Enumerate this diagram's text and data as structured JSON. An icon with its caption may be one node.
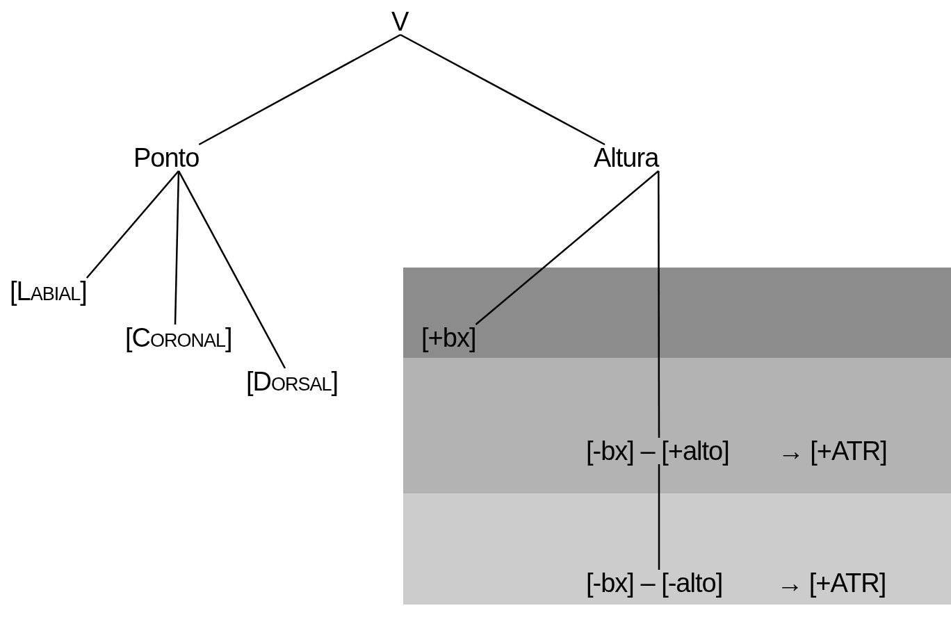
{
  "diagram": {
    "nodes": [
      {
        "text": [
          "V"
        ]
      },
      {
        "text": [
          "Ponto"
        ]
      },
      {
        "text": [
          "Altura"
        ]
      },
      {
        "text": [
          "[LABIAL]"
        ]
      },
      {
        "text": [
          "[CORONAL]"
        ]
      },
      {
        "text": [
          "[DORSAL]"
        ]
      },
      {
        "text": [],
        "shape": "band"
      },
      {
        "text": [
          "[+bx]"
        ],
        "in": 6
      },
      {
        "text": [],
        "shape": "band"
      },
      {
        "text": [
          "[-bx] – [+alto]",
          "→ [+ATR]"
        ],
        "in": 8
      },
      {
        "text": [],
        "shape": "band"
      },
      {
        "text": [
          "[-bx] – [-alto]",
          "→ [+ATR]"
        ],
        "in": 10
      }
    ],
    "edges": [
      {
        "from": 0,
        "to": 1,
        "arrow": "none"
      },
      {
        "from": 0,
        "to": 2,
        "arrow": "none"
      },
      {
        "from": 1,
        "to": 3,
        "arrow": "none"
      },
      {
        "from": 1,
        "to": 4,
        "arrow": "none"
      },
      {
        "from": 1,
        "to": 5,
        "arrow": "none"
      },
      {
        "from": 2,
        "to": 7,
        "arrow": "none"
      },
      {
        "from": 2,
        "to": 9,
        "arrow": "none"
      },
      {
        "from": 9,
        "to": 11,
        "arrow": "none"
      }
    ]
  }
}
